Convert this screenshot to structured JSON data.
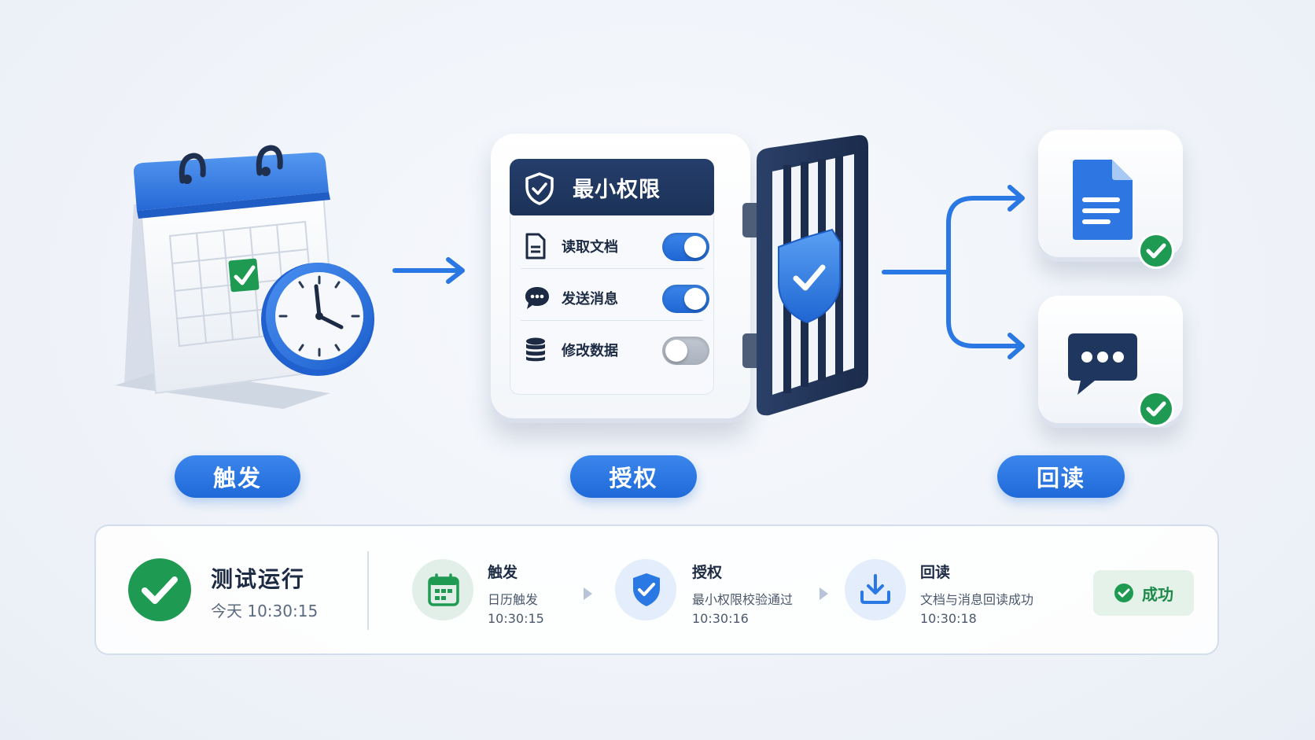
{
  "stages": {
    "trigger_label": "触发",
    "auth_label": "授权",
    "readback_label": "回读"
  },
  "permissions": {
    "title": "最小权限",
    "items": [
      {
        "label": "读取文档",
        "icon": "document-icon",
        "enabled": true
      },
      {
        "label": "发送消息",
        "icon": "chat-bubble-icon",
        "enabled": true
      },
      {
        "label": "修改数据",
        "icon": "database-icon",
        "enabled": false
      }
    ]
  },
  "results": [
    {
      "icon": "document-icon",
      "status": "check-icon"
    },
    {
      "icon": "chat-bubble-icon",
      "status": "check-icon"
    }
  ],
  "status_bar": {
    "title": "测试运行",
    "time": "今天 10:30:15",
    "steps": [
      {
        "title": "触发",
        "desc": "日历触发",
        "time": "10:30:15",
        "icon": "calendar-icon"
      },
      {
        "title": "授权",
        "desc": "最小权限校验通过",
        "time": "10:30:16",
        "icon": "shield-check-icon"
      },
      {
        "title": "回读",
        "desc": "文档与消息回读成功",
        "time": "10:30:18",
        "icon": "download-icon"
      }
    ],
    "result_label": "成功"
  },
  "colors": {
    "primary_blue": "#2a78e4",
    "navy": "#1f365e",
    "success_green": "#1f9a52",
    "background": "#eef2f8"
  }
}
